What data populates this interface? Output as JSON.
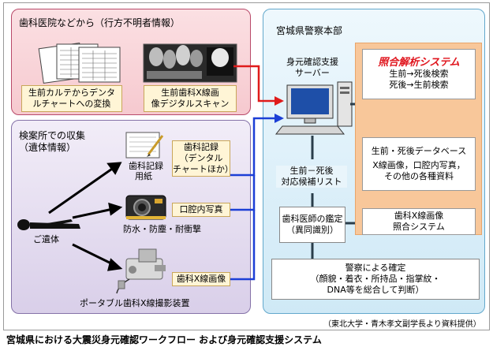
{
  "dental_clinic": {
    "title": "歯科医院などから（行方不明者情報）",
    "chart_box": [
      "生前カルテからデンタ",
      "ルチャートへの変換"
    ],
    "xray_box": [
      "生前歯科X線画",
      "像デジタルスキャン"
    ]
  },
  "autopsy_site": {
    "title": [
      "検案所での収集",
      "（遺体情報）"
    ],
    "dental_record_paper": [
      "歯科記録",
      "用紙"
    ],
    "camera_caption": "防水・防塵・耐衝撃",
    "remains_label": "ご遺体",
    "portable_xray_caption": "ポータブル歯科X線撮影装置",
    "dental_record_box": [
      "歯科記録",
      "（デンタル",
      "チャートほか）"
    ],
    "intraoral_photo_box": "口腔内写真",
    "dental_xray_box": "歯科X線画像"
  },
  "police_hq": {
    "title": "宮城県警察本部",
    "server_label": [
      "身元確認支援",
      "サーバー"
    ],
    "matching_system": {
      "title": "照合解析システム",
      "lines": [
        "生前→死後検索",
        "死後→生前検索"
      ]
    },
    "database_box": {
      "title": "生前・死後データベース",
      "lines": [
        "X線画像，口腔内写真，",
        "その他の各種資料"
      ]
    },
    "xray_matching_box": [
      "歯科X線画像",
      "照合システム"
    ],
    "candidate_list": [
      "生前－死後",
      "対応候補リスト"
    ],
    "dentist_review": [
      "歯科医師の鑑定",
      "（異同識別）"
    ],
    "police_confirm": [
      "警察による確定",
      "（顔貌・着衣・所持品・指掌紋・",
      "DNA等を総合して判断）"
    ]
  },
  "credit": "（東北大学・青木孝文副学長より資料提供）",
  "caption": "宮城県における大震災身元確認ワークフロー および身元確認支援システム"
}
